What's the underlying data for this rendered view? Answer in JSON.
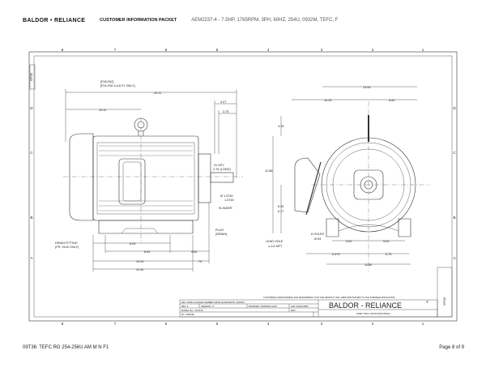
{
  "header": {
    "logo": "BALDOR • RELIANCE",
    "packet_title": "CUSTOMER INFORMATION PACKET",
    "description": "AEM2237-4 - 7.5HP, 1765RPM, 3PH, 60HZ, 254U, 0932M, TEFC, F"
  },
  "drawing": {
    "zones_columns": [
      "8",
      "7",
      "6",
      "5",
      "4",
      "3",
      "2",
      "1"
    ],
    "zones_rows": [
      "D",
      "C",
      "B",
      "A"
    ],
    "side_tab": "09T36",
    "right_tab": "09T36",
    "side_view": {
      "note_line1": "[F08-F62]",
      "note_line2": "[F04-F06 4,6,8 F1 ONLY]",
      "dim_overall": "20.11",
      "dim_half": "10.11",
      "dim_4_07": "4.07",
      "dim_3_75": "3.75",
      "keyway": ".31 KEY",
      "keyway2": "2.75 (LONG)",
      "shaft_dia1": "Ø 1.3750",
      "shaft_dia2": "1.3745",
      "slinger": "SLINGER",
      "plug": "PLUG",
      "plug2": "(DRAIN)",
      "drain1": "DRAIN FITTING",
      "drain2": "(FR. 3140 ONLY)",
      "dim_8_25": "8.25",
      "dim_8_50": "8.50",
      "dim_4_50": "4.50",
      "dim_10_00": "10.00",
      "dim_75": ".75",
      "dim_11_00": "11.00"
    },
    "end_view": {
      "dim_13_94": "13.94",
      "dim_10_33": "10.33",
      "dim_6_63": "6.63",
      "dim_3_78": "3.78",
      "dim_12_88": "12.88",
      "dim_6_25": "6.25",
      "dim_6_25b": "6.17",
      "lead_hole1": "LEAD HOLE",
      "lead_hole2": "1-1/4 NPT",
      "holes1": "8 HOLES",
      "holes2": "Ø.53",
      "dim_5_00a": "5.00",
      "dim_5_00b": "5.00",
      "dim_6_375": "6.375",
      "dim_5_75": "5.75",
      "dim_11_50": "11.50"
    },
    "title_block": {
      "disclaimer": "CUSTOMER IS RESPONSIBLE FOR DETERMINING THAT THE PRODUCT WILL PERFORM SUITABLY IN THE INTENDED APPLICATION",
      "rev_note": "REV: NOBC CHANGE NUMBER FROM 10/18/2018 BY 10/18/30",
      "rev": "REV: F",
      "version": "VERSION: 77",
      "modified": "MODIFIED: 06/08/2019 2019",
      "dim": "DIM: 0040214508",
      "model": "MODEL NO.: 09-9T36",
      "rev2": "REV: -",
      "by": "BY: LINDSEL",
      "company": "BALDOR - RELIANCE",
      "reg": "®",
      "subtitle": "NOBC TEFC 254-56 (DIM SPEC)"
    }
  },
  "footer": {
    "doc_id": "09T36: TEFC RG 254-256U AM M N F1",
    "page": "Page 8 of 9"
  }
}
